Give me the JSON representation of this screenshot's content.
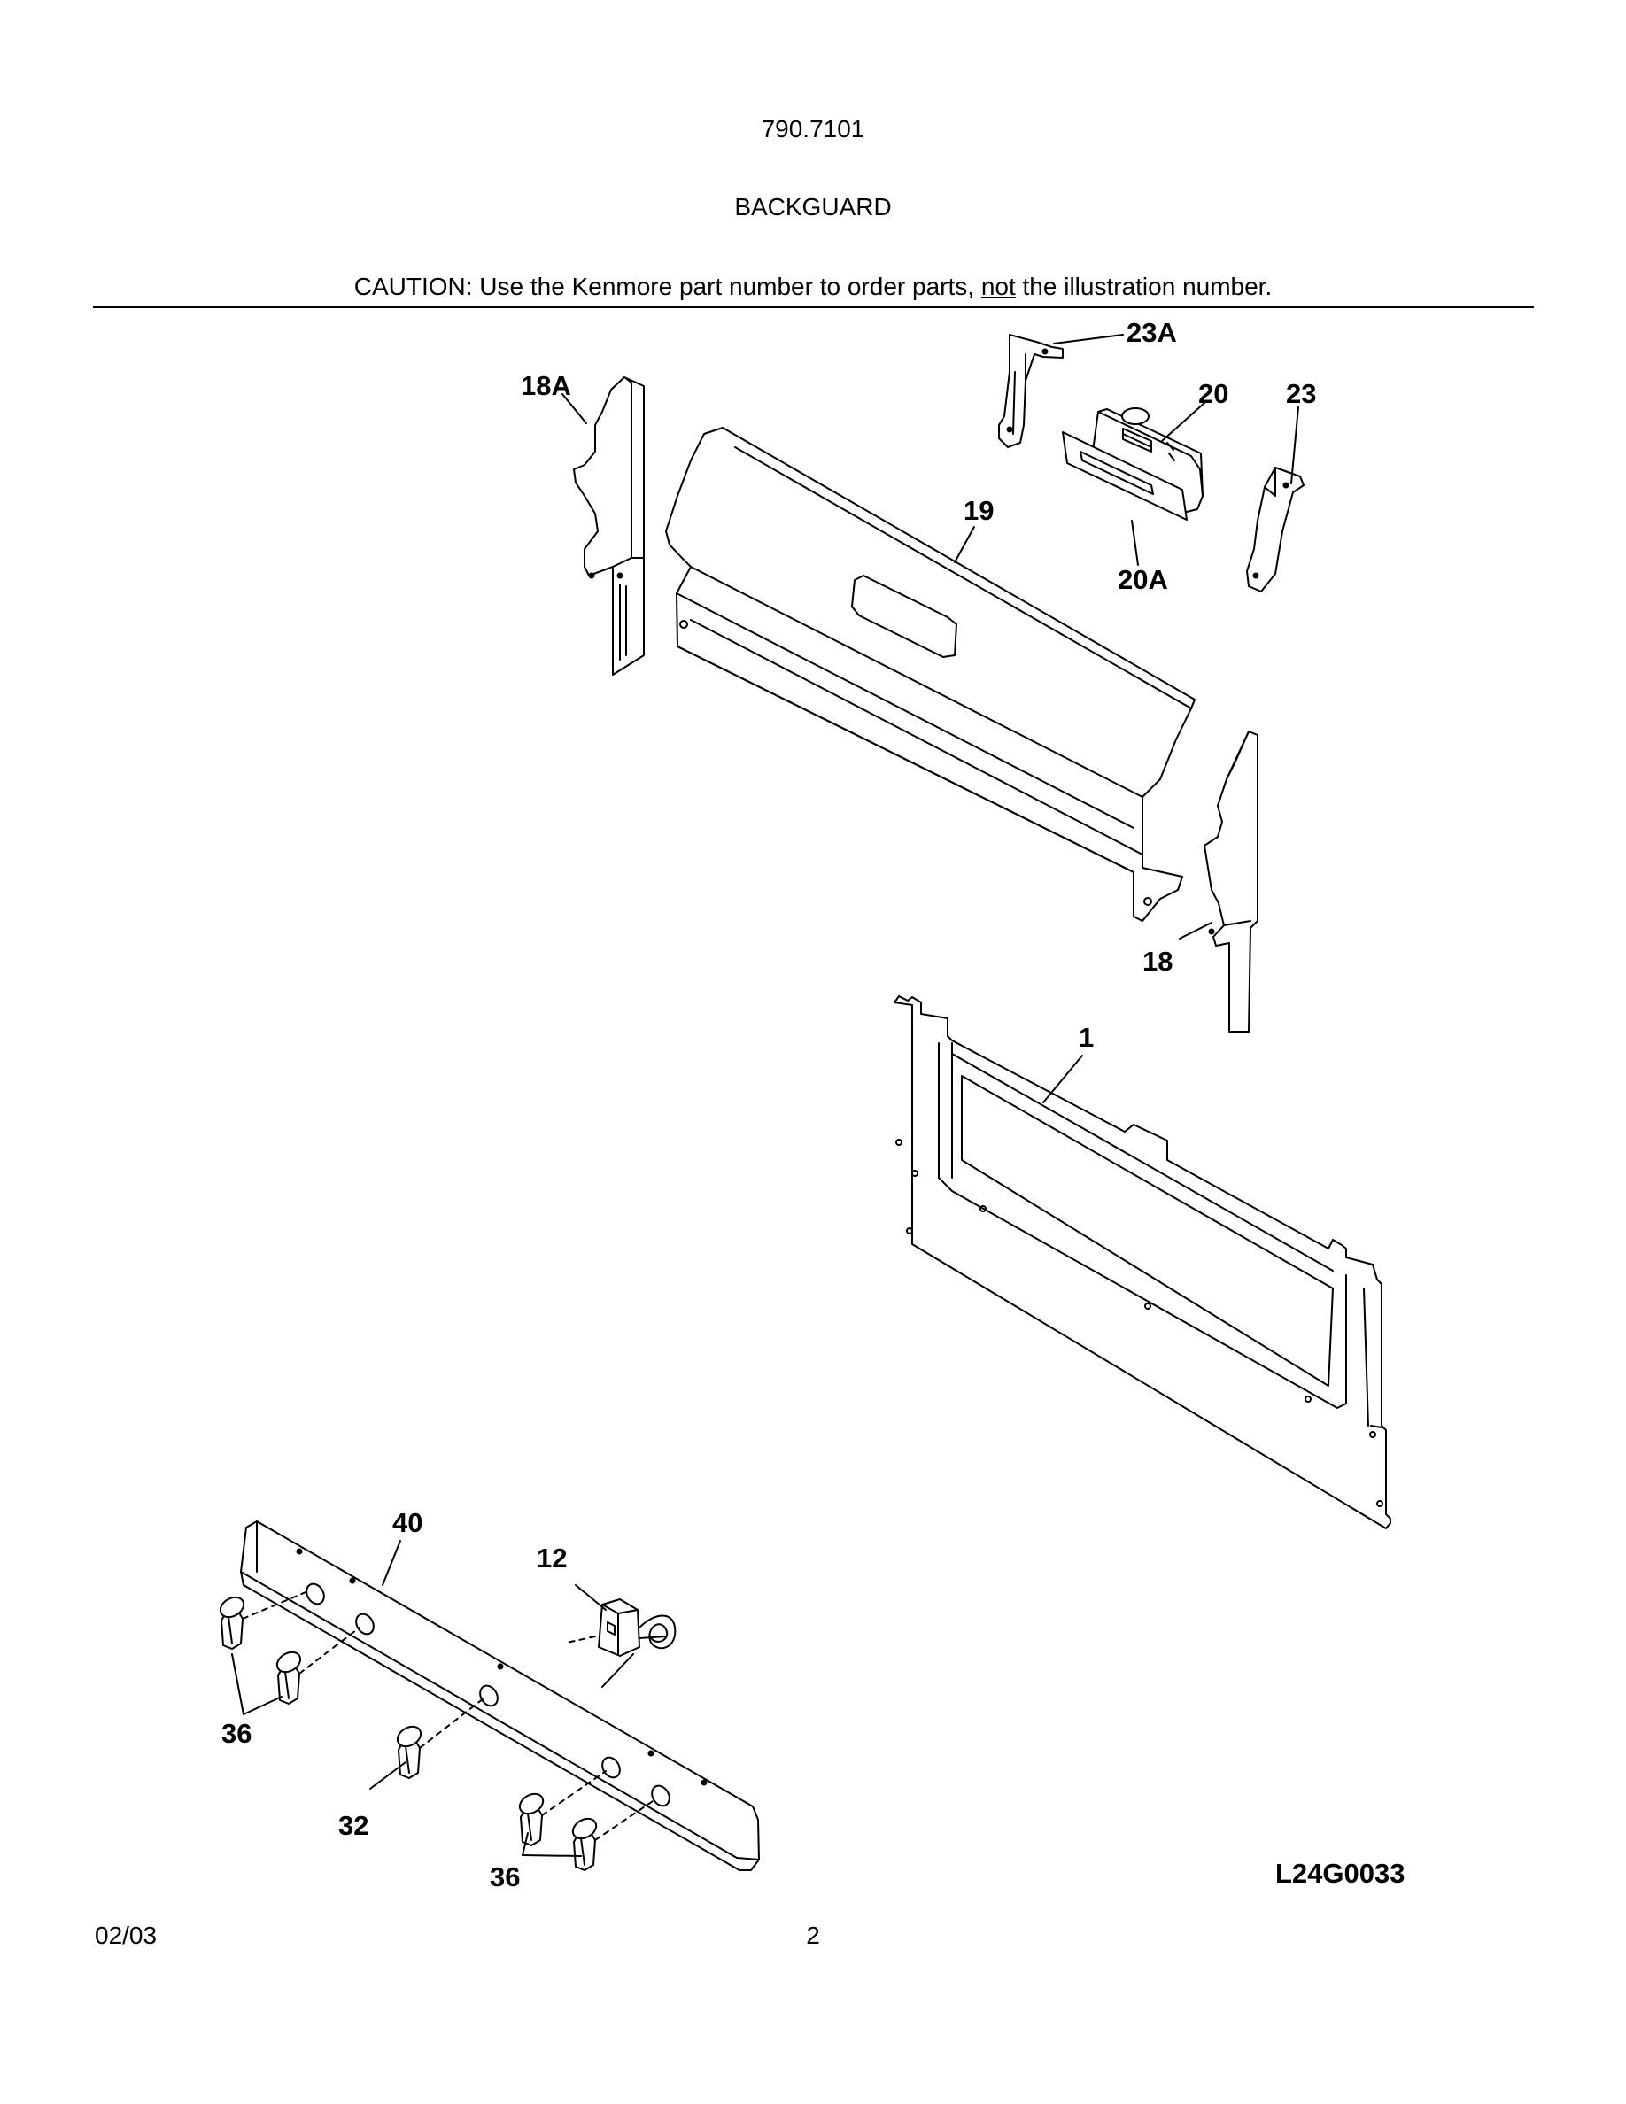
{
  "header": {
    "model": "790.7101",
    "section": "BACKGUARD",
    "caution_prefix": "CAUTION: Use the Kenmore part number to order parts, ",
    "caution_emphasis": "not",
    "caution_suffix": " the illustration number."
  },
  "callouts": {
    "c23A": "23A",
    "c18A": "18A",
    "c20": "20",
    "c23": "23",
    "c19": "19",
    "c20A": "20A",
    "c18": "18",
    "c1": "1",
    "c40": "40",
    "c12": "12",
    "c36a": "36",
    "c32": "32",
    "c36b": "36"
  },
  "footer": {
    "diagram_id": "L24G0033",
    "date": "02/03",
    "page": "2"
  }
}
